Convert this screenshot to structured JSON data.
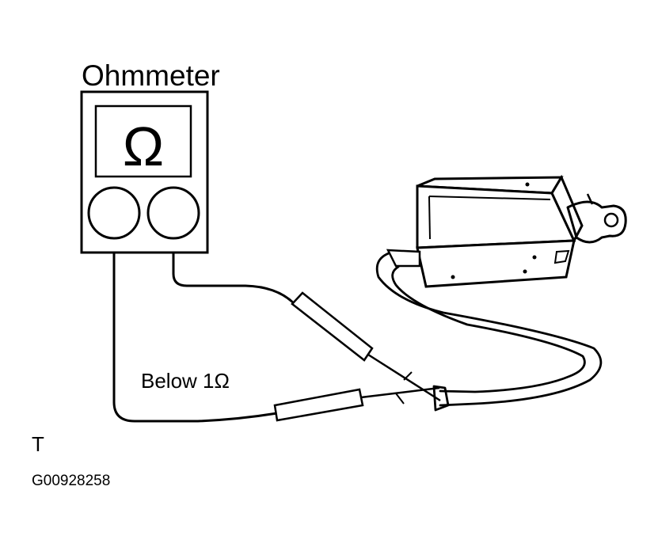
{
  "diagram": {
    "meter_title": "Ohmmeter",
    "meter_symbol": "Ω",
    "reading_label": "Below 1Ω",
    "corner_letter": "T",
    "figure_code": "G00928258"
  },
  "colors": {
    "line": "#000000",
    "background": "#ffffff"
  }
}
